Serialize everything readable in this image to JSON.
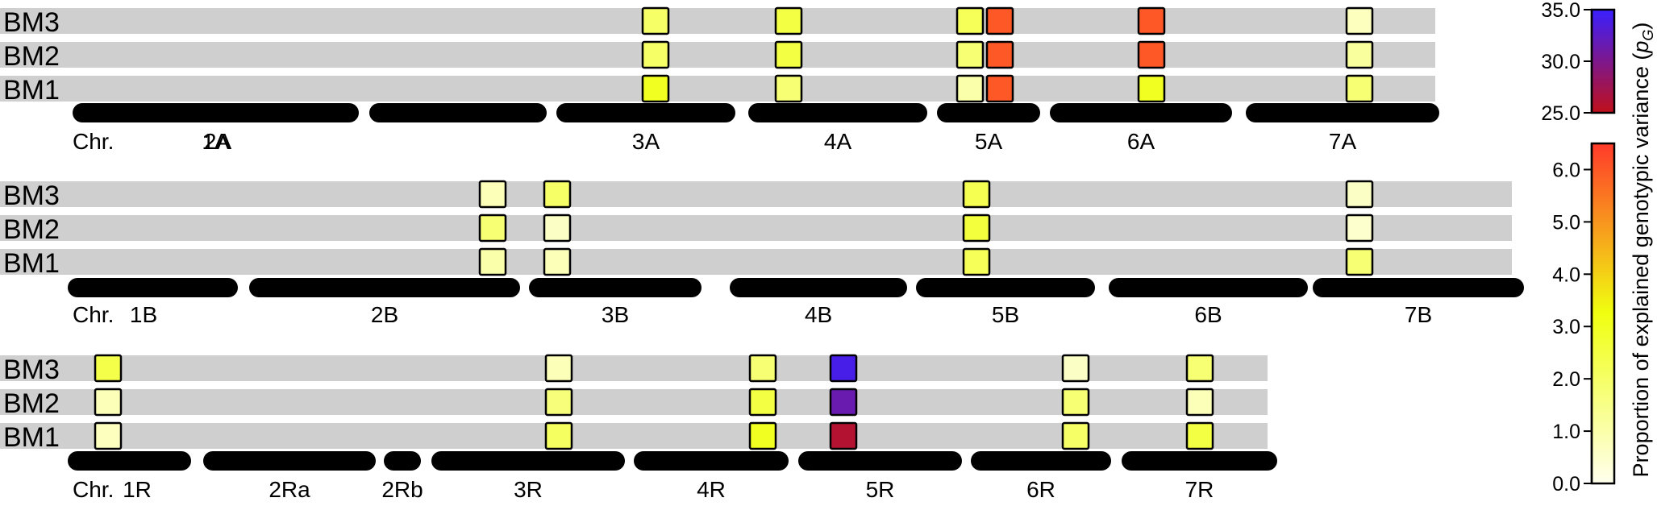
{
  "chart_data": {
    "type": "heatmap",
    "panels": [
      {
        "rows": [
          "BM3",
          "BM2",
          "BM1"
        ],
        "chr_prefix": "Chr.",
        "chromosomes": [
          "1A",
          "2A",
          "3A",
          "4A",
          "5A",
          "6A",
          "7A"
        ],
        "cells": [
          {
            "chr": "3A",
            "values": [
              2.0,
              2.0,
              3.0
            ],
            "scale": "low"
          },
          {
            "chr": "4A",
            "values": [
              2.5,
              2.5,
              1.8
            ],
            "scale": "low"
          },
          {
            "chr": "5A",
            "values": [
              2.2,
              1.8,
              1.0
            ],
            "scale": "low"
          },
          {
            "chr": "5A",
            "values": [
              6.0,
              6.0,
              6.0
            ],
            "scale": "low"
          },
          {
            "chr": "6A",
            "values": [
              6.0,
              6.0,
              3.0
            ],
            "scale": "low"
          },
          {
            "chr": "7A",
            "values": [
              0.7,
              1.2,
              1.8
            ],
            "scale": "low"
          }
        ]
      },
      {
        "rows": [
          "BM3",
          "BM2",
          "BM1"
        ],
        "chr_prefix": "Chr.",
        "chromosomes": [
          "1B",
          "2B",
          "3B",
          "4B",
          "5B",
          "6B",
          "7B"
        ],
        "cells": [
          {
            "chr": "2B",
            "values": [
              0.8,
              1.8,
              1.0
            ],
            "scale": "low"
          },
          {
            "chr": "2B",
            "values": [
              2.0,
              0.6,
              0.8
            ],
            "scale": "low"
          },
          {
            "chr": "5B",
            "values": [
              2.3,
              2.6,
              2.2
            ],
            "scale": "low"
          },
          {
            "chr": "7B",
            "values": [
              0.6,
              0.5,
              1.8
            ],
            "scale": "low"
          }
        ]
      },
      {
        "rows": [
          "BM3",
          "BM2",
          "BM1"
        ],
        "chr_prefix": "Chr.",
        "chromosomes": [
          "1R",
          "2Ra",
          "2Rb",
          "3R",
          "4R",
          "5R",
          "6R",
          "7R"
        ],
        "cells": [
          {
            "chr": "1R",
            "values": [
              2.4,
              0.8,
              0.7
            ],
            "scale": "low"
          },
          {
            "chr": "3R",
            "values": [
              0.8,
              1.7,
              2.1
            ],
            "scale": "low"
          },
          {
            "chr": "4R",
            "values": [
              1.8,
              2.5,
              3.0
            ],
            "scale": "low"
          },
          {
            "chr": "5R",
            "values": [
              34.0,
              31.5,
              26.0
            ],
            "scale": "high"
          },
          {
            "chr": "6R",
            "values": [
              0.6,
              1.8,
              2.0
            ],
            "scale": "low"
          },
          {
            "chr": "7R",
            "values": [
              1.8,
              0.8,
              2.5
            ],
            "scale": "low"
          }
        ]
      }
    ],
    "colorbars": [
      {
        "name": "high",
        "range": [
          25.0,
          35.0
        ],
        "ticks": [
          "25.0",
          "30.0",
          "35.0"
        ],
        "colors": [
          "#c0101a",
          "#3a20ff"
        ]
      },
      {
        "name": "low",
        "range": [
          0.0,
          6.5
        ],
        "ticks": [
          "0.0",
          "1.0",
          "2.0",
          "3.0",
          "4.0",
          "5.0",
          "6.0"
        ],
        "colors": [
          "#ffffee",
          "#f0ff10",
          "#ff3a2a"
        ]
      }
    ],
    "ylabel_main": "Proportion of explained genotypic variance (",
    "ylabel_sym": "p",
    "ylabel_sub": "G",
    "ylabel_end": ")"
  }
}
